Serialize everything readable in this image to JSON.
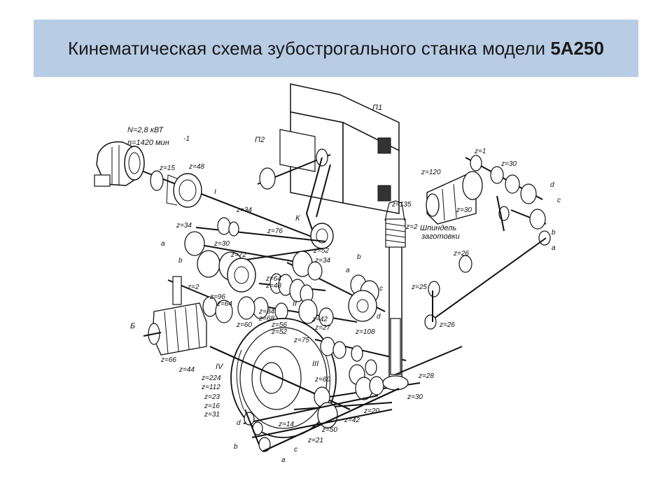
{
  "title": {
    "text": "Кинематическая схема зубострогального станка модели",
    "model": "5А250"
  },
  "labels": {
    "motor_power": "N=2,8 кВТ",
    "motor_speed": "n=1420 мин",
    "motor_speed_exp": "-1",
    "z15": "z=15",
    "z48": "z=48",
    "i": "I",
    "p1": "П1",
    "p2": "П2",
    "z34a": "z=34",
    "z34b": "z=34",
    "k": "К",
    "z76": "z=76",
    "a": "a",
    "z30": "z=30",
    "b": "b",
    "z72": "z=72",
    "z52": "z=52",
    "z34c": "z=34",
    "a1": "a",
    "b1": "b",
    "c1": "c",
    "d1": "d",
    "z135": "z=135",
    "z2a": "z=2",
    "spindle1": "Шпиндель",
    "spindle2": "заготовки",
    "z1": "z=1",
    "z120": "z=120",
    "z30b": "z=30",
    "z30c": "z=30",
    "d3": "d",
    "c3": "c",
    "b3": "b",
    "a3": "a",
    "z26a": "z=26",
    "z25": "z=25",
    "z26b": "z=26",
    "z2b": "z=2",
    "z96": "z=96",
    "z64": "z=64",
    "z64b": "z=64",
    "z48b": "z=48",
    "z84": "z=84",
    "z68": "z=68",
    "ii": "II",
    "z42": "z=42",
    "z27": "z=27",
    "z108": "z=108",
    "z56": "z=56",
    "z60": "z=60",
    "z52b": "z=52",
    "b_label": "Б",
    "z66": "z=66",
    "z75": "z=75",
    "z44": "z=44",
    "iv": "IV",
    "z224": "z=224",
    "z112": "z=112",
    "z23": "z=23",
    "z16": "z=16",
    "z31": "z=31",
    "iii": "III",
    "z60b": "z=60",
    "z28": "z=28",
    "z30d": "z=30",
    "z20": "z=20",
    "z42b": "z=42",
    "z50": "z=50",
    "z14": "z=14",
    "z21": "z=21",
    "d2": "d",
    "c2": "c",
    "b2": "b",
    "a2": "a"
  }
}
